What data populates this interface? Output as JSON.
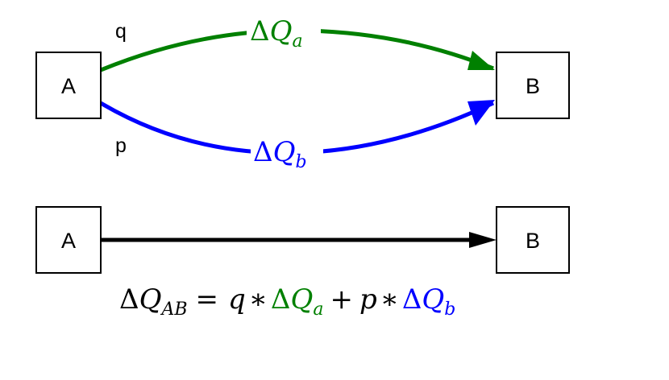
{
  "top_diagram": {
    "node_a_label": "A",
    "node_b_label": "B",
    "upper_path": {
      "probability_label": "q",
      "delta_symbol": "Δ",
      "quantity_symbol": "Q",
      "subscript": "a",
      "color": "#008000"
    },
    "lower_path": {
      "probability_label": "p",
      "delta_symbol": "Δ",
      "quantity_symbol": "Q",
      "subscript": "b",
      "color": "#0000ff"
    }
  },
  "bottom_diagram": {
    "node_a_label": "A",
    "node_b_label": "B",
    "arrow_color": "#000000"
  },
  "formula": {
    "lhs_delta": "Δ",
    "lhs_quantity": "Q",
    "lhs_subscript": "AB",
    "equals": "=",
    "q": "q",
    "times_1": "∗",
    "term_a_delta": "Δ",
    "term_a_quantity": "Q",
    "term_a_subscript": "a",
    "plus": "+",
    "p": "p",
    "times_2": "∗",
    "term_b_delta": "Δ",
    "term_b_quantity": "Q",
    "term_b_subscript": "b"
  }
}
